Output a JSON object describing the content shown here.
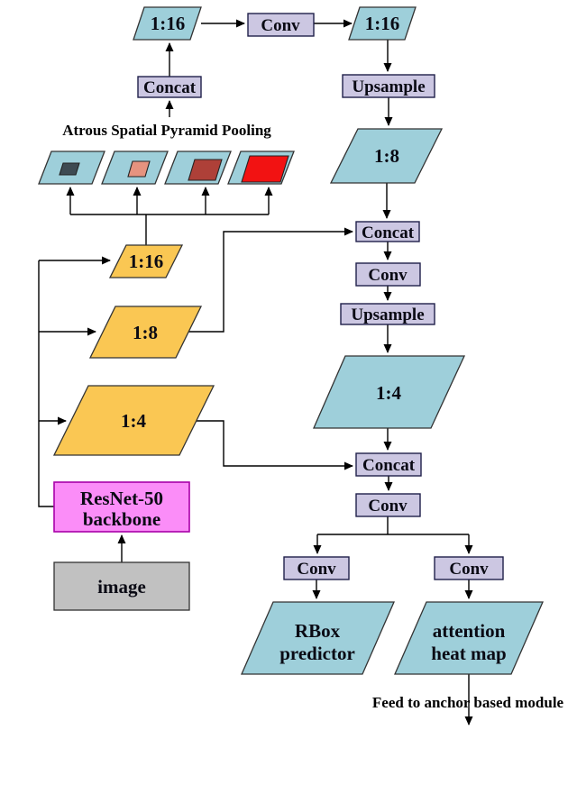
{
  "annotations": {
    "aspp_title": "Atrous Spatial Pyramid Pooling",
    "feed_note": "Feed to anchor based module"
  },
  "colors": {
    "teal": "#9ECFDA",
    "lavender": "#CCC7E2",
    "yellow": "#FAC753",
    "pink": "#FB8DF8",
    "gray": "#C1C1C1",
    "aspp_inner_1": "#3E4A52",
    "aspp_inner_2": "#E6937F",
    "aspp_inner_3": "#AE4038",
    "aspp_inner_4": "#F21212"
  },
  "nodes": {
    "aspp_out_left": "1:16",
    "conv_top": "Conv",
    "aspp_out_right": "1:16",
    "concat_aspp": "Concat",
    "upsample_1": "Upsample",
    "fused_1_8": "1:8",
    "concat_1_8": "Concat",
    "conv_1_8": "Conv",
    "upsample_2": "Upsample",
    "fused_1_4": "1:4",
    "concat_1_4": "Concat",
    "conv_1_4": "Conv",
    "conv_rbox_branch": "Conv",
    "conv_attention_branch": "Conv",
    "backbone_feat_1_16": "1:16",
    "backbone_feat_1_8": "1:8",
    "backbone_feat_1_4": "1:4",
    "backbone_line1": "ResNet-50",
    "backbone_line2": "backbone",
    "image_input": "image",
    "rbox_line1": "RBox",
    "rbox_line2": "predictor",
    "attention_line1": "attention",
    "attention_line2": "heat map"
  }
}
